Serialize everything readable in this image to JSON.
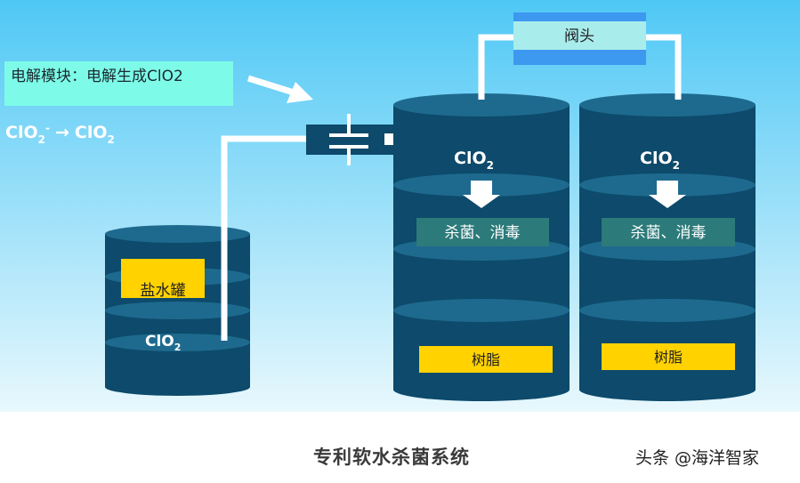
{
  "colors": {
    "bg_top": "#4fc8f5",
    "bg_bottom": "#e6f7fd",
    "tank_body": "#0d4a6b",
    "tank_ring": "#1e6a8f",
    "label_yellow": "#ffd200",
    "label_teal": "#2d7a7a",
    "valve_light": "#a9ecec",
    "valve_blue": "#3d98f0",
    "pipe": "#ffffff"
  },
  "module": {
    "label": "电解模块：电解生成ClO2",
    "reaction_left_main": "ClO",
    "reaction_left_sub": "2",
    "reaction_left_sup": "-",
    "reaction_arrow": "→",
    "reaction_right_main": "ClO",
    "reaction_right_sub": "2"
  },
  "valve": {
    "label": "阀头"
  },
  "brine_tank": {
    "label": "盐水罐",
    "content_main": "ClO",
    "content_sub": "2"
  },
  "tank_left": {
    "top_main": "ClO",
    "top_sub": "2",
    "process_label": "杀菌、消毒",
    "resin_label": "树脂"
  },
  "tank_right": {
    "top_main": "ClO",
    "top_sub": "2",
    "process_label": "杀菌、消毒",
    "resin_label": "树脂"
  },
  "caption": "专利软水杀菌系统",
  "watermark": "头条 @海洋智家"
}
